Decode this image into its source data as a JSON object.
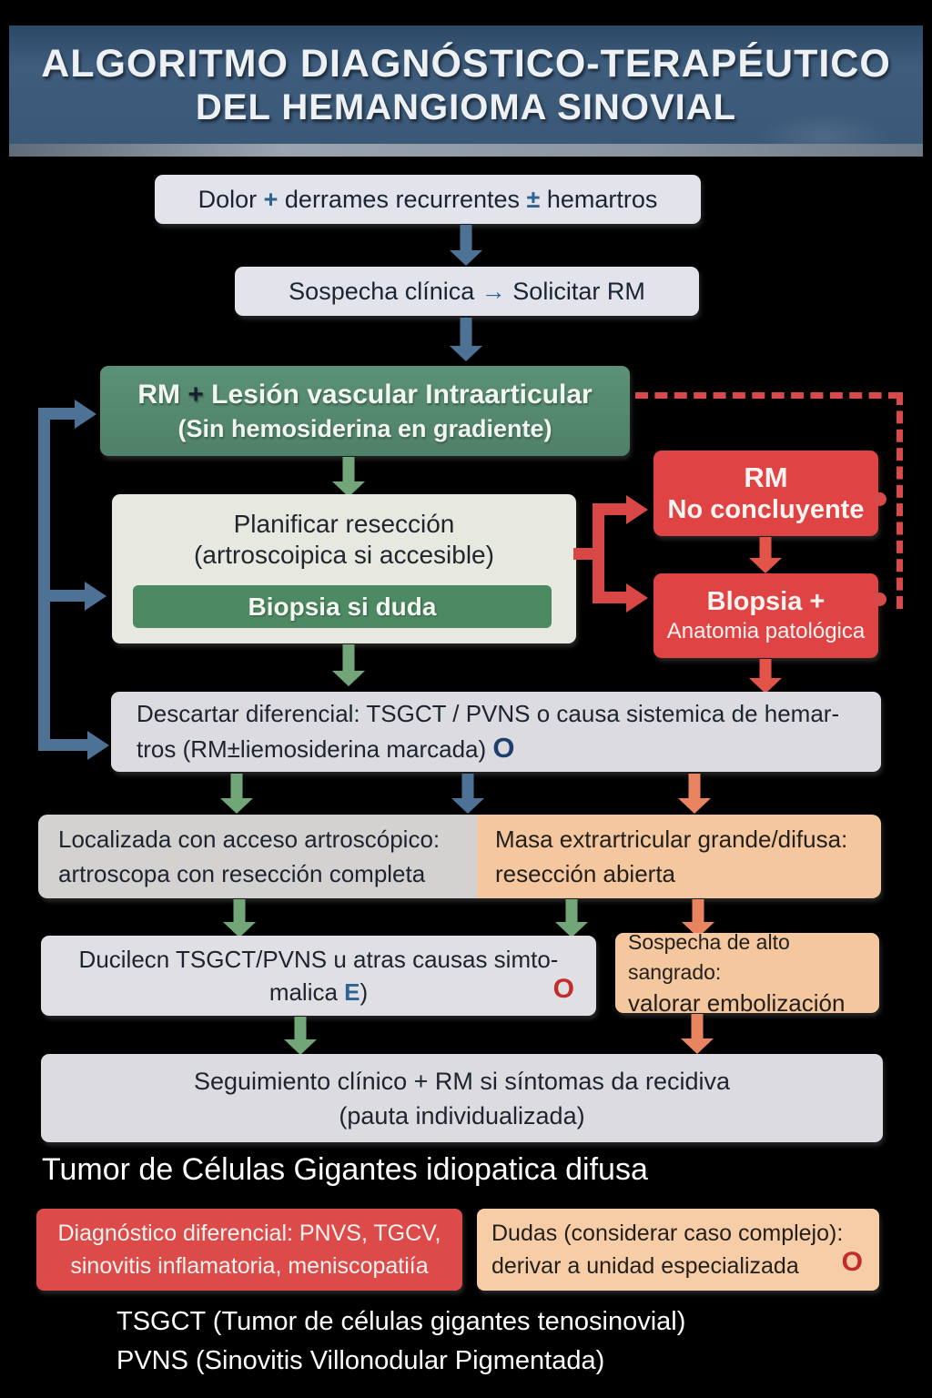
{
  "colors": {
    "header_bg": "#3a5877",
    "green_box": "#55896f",
    "green_inner": "#4d8a63",
    "red_box": "#e04343",
    "peach_box": "#f4c79f",
    "light_box": "#e3e3ec",
    "gray_box": "#d3d2d0",
    "blue_arrow": "#4d7296",
    "green_arrow": "#72a578",
    "orange_arrow": "#e8845f",
    "red_arrow": "#e25348"
  },
  "header": {
    "line1": "ALGORITMO DIAGNÓSTICO-TERAPÉUTICO",
    "line2": "DEL HEMANGIOMA SINOVIAL"
  },
  "flow": {
    "symptoms": {
      "p1": "Dolor ",
      "plus": "+",
      "p2": " derrames recurrentes ",
      "pm": "±",
      "p3": " hemartros"
    },
    "suspicion": {
      "pre": "Sospecha clínica ",
      "arrow": "→",
      "post": " Solicitar RM"
    },
    "mri": {
      "rm": "RM ",
      "plus": "+",
      "rest": " Lesión vascular Intraarticular",
      "line2": "(Sin hemosiderina en gradiente)"
    },
    "plan": {
      "line1": "Planificar resección",
      "line2": "(artroscoipica si accesible)",
      "biopsy": "Biopsia si duda"
    },
    "rm_inconclusive": {
      "line1": "RM",
      "line2": "No concluyente"
    },
    "biopsy_path": {
      "line1": "Blopsia +",
      "line2": "Anatomia patológica"
    },
    "differential": {
      "line1": "Descartar diferencial:  TSGCT / PVNS o causa sistemica de hemar-",
      "line2": "tros (RM±liemosiderina marcada) ",
      "symbol": "O"
    },
    "localized": {
      "line1": "Localizada con acceso artroscópico:",
      "line2": "artroscopa con resección completa"
    },
    "mass": {
      "line1": "Masa extrartricular grande/difusa:",
      "line2": "resección abierta"
    },
    "outcome": {
      "line1": "Ducilecn TSGCT/PVNS u atras causas simto-",
      "line2_pre": "malica ",
      "line2_e": "E",
      "line2_close": ")",
      "symbol": "O"
    },
    "bleeding": {
      "line1": "Sospecha de alto sangrado:",
      "line2": "valorar embolización"
    },
    "followup": {
      "line1": "Seguimiento clínico + RM si síntomas da recidiva",
      "line2": "(pauta individualizada)"
    }
  },
  "footer": {
    "tumor_title": "Tumor de Células Gigantes idiopatica difusa",
    "diff_box": {
      "line1": "Diagnóstico diferencial: PNVS, TGCV,",
      "line2": "sinovitis inflamatoria, meniscopatiía"
    },
    "doubt_box": {
      "line1": "Dudas (considerar caso complejo):",
      "line2": "derivar a unidad especializada",
      "symbol": "O"
    },
    "legend1": "TSGCT (Tumor de células gigantes tenosinovial)",
    "legend2": "PVNS (Sinovitis Villonodular Pigmentada)"
  }
}
